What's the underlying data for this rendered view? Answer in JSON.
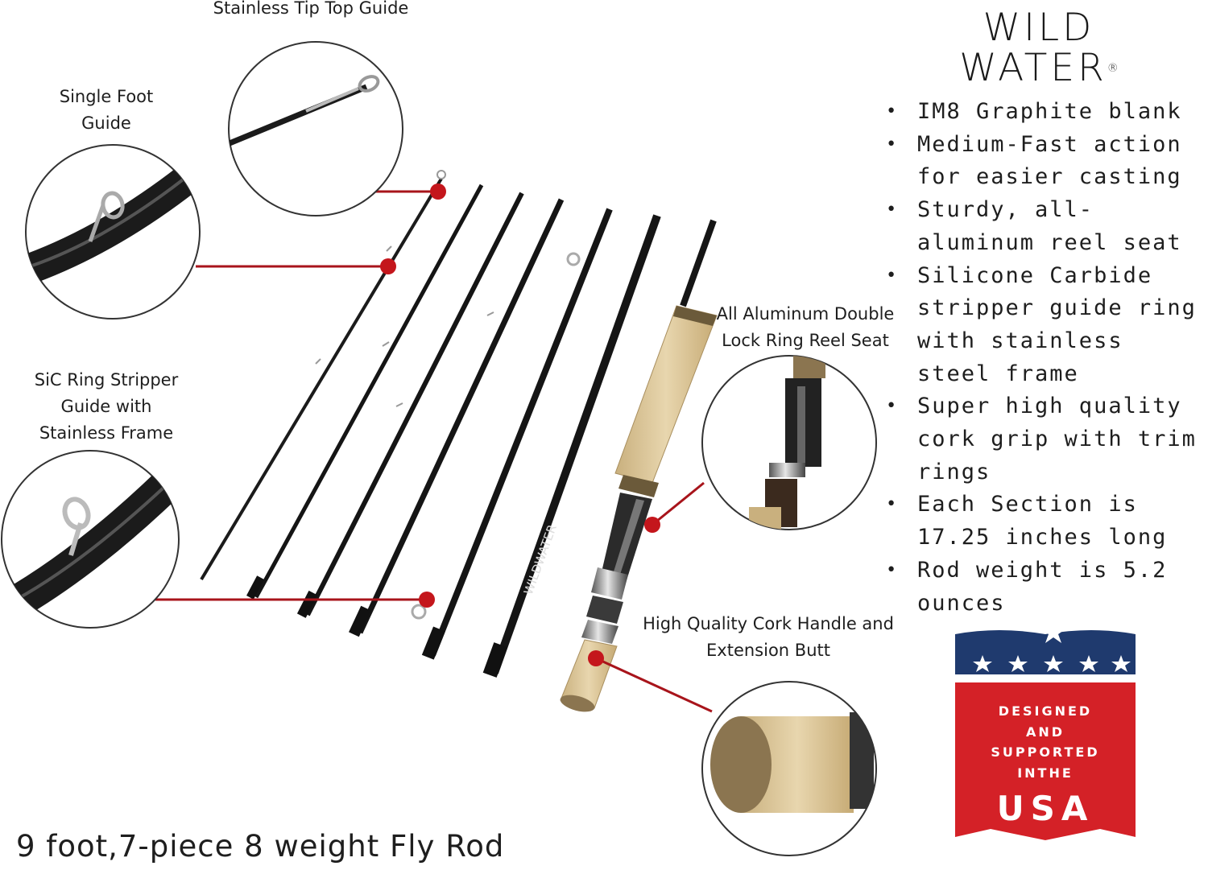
{
  "brand": {
    "logo_line1": "WILD",
    "logo_line2": "WATER",
    "registered_mark": "®"
  },
  "features": [
    "IM8 Graphite blank",
    "Medium-Fast action for easier casting",
    "Sturdy, all-aluminum reel seat",
    "Silicone Carbide stripper guide ring with stainless steel frame",
    "Super high quality cork grip with trim rings",
    "Each Section is 17.25 inches long",
    "Rod weight is 5.2 ounces"
  ],
  "callouts": {
    "tip_top": [
      "Stainless Tip Top Guide"
    ],
    "single_foot": [
      "Single Foot",
      "Guide"
    ],
    "stripper": [
      "SiC Ring Stripper",
      "Guide with",
      "Stainless Frame"
    ],
    "reel_seat": [
      "All Aluminum Double",
      "Lock Ring Reel Seat"
    ],
    "cork": [
      "High Quality Cork Handle and",
      "Extension Butt"
    ]
  },
  "rod_label": "WILDWATER",
  "badge": {
    "lines": [
      "DESIGNED",
      "AND",
      "SUPPORTED",
      "INTHE"
    ],
    "country": "USA"
  },
  "caption": "9 foot,7-piece 8 weight Fly Rod",
  "colors": {
    "accent_red": "#c4161c",
    "callout_line": "#a8141b",
    "badge_blue": "#1f3a6e",
    "badge_red": "#d42127",
    "cork": "#d8c39a",
    "rod_black": "#141414"
  }
}
